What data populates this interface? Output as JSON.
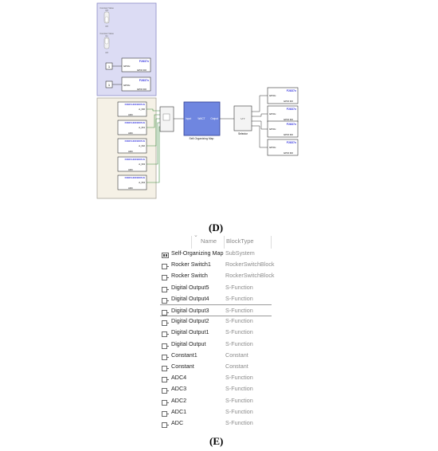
{
  "panel_d": {
    "caption": "(D)",
    "toggle_labels": [
      {
        "top": "Constant Value",
        "mid": "Off",
        "bot": "Off"
      },
      {
        "top": "Constant Value",
        "mid": "On",
        "bot": "Off"
      }
    ],
    "const_values": [
      "1",
      "1"
    ],
    "gpio_blocks": [
      {
        "badge": "F2837x",
        "port": "GPIOx",
        "label": "GPIO DO"
      },
      {
        "badge": "F2837x",
        "port": "GPIOx",
        "label": "GPIO DO"
      }
    ],
    "adc_blocks": [
      {
        "badge": "F2837xD/F2837xS",
        "port": "A_IN0",
        "label": "ADC"
      },
      {
        "badge": "F2837xD/F2837xS",
        "port": "A_IN1",
        "label": "ADC"
      },
      {
        "badge": "F2837xD/F2837xS",
        "port": "A_IN2",
        "label": "ADC"
      },
      {
        "badge": "F2837xD/F2837xS",
        "port": "A_IN3",
        "label": "ADC"
      },
      {
        "badge": "F2837xD/F2837xS",
        "port": "A_IN4",
        "label": "ADC"
      }
    ],
    "som": {
      "input": "Input",
      "output": "Output",
      "center": "WACT",
      "caption": "Self-Organizing Map"
    },
    "selector": {
      "port": "U Y",
      "caption": "Selector"
    },
    "out_blocks": [
      {
        "badge": "F2837x",
        "port": "GPIOx",
        "label": "GPIO DO"
      },
      {
        "badge": "F2837x",
        "port": "GPIOx",
        "label": "GPIO DO"
      },
      {
        "badge": "F2837x",
        "port": "GPIOx",
        "label": "GPIO DO"
      },
      {
        "badge": "F2837x",
        "port": "GPIOx",
        "label": "GPIO DO"
      }
    ],
    "colors": {
      "top_group": "#dcdcf4",
      "bottom_group": "#f5f1e6",
      "som_fill": "#6f86e0",
      "badge": "#3a3ae0",
      "wire": "#3a8a3a"
    }
  },
  "panel_e": {
    "caption": "(E)",
    "headers": {
      "name": "Name",
      "type": "BlockType"
    },
    "rows": [
      {
        "name": "Self-Organizing Map",
        "type": "SubSystem",
        "icon": "subsystem-icon"
      },
      {
        "name": "Rocker Switch1",
        "type": "RockerSwitchBlock",
        "icon": "block-icon"
      },
      {
        "name": "Rocker Switch",
        "type": "RockerSwitchBlock",
        "icon": "block-icon"
      },
      {
        "name": "Digital Output5",
        "type": "S-Function",
        "icon": "block-icon"
      },
      {
        "name": "Digital Output4",
        "type": "S-Function",
        "icon": "block-icon"
      },
      {
        "name": "Digital Output3",
        "type": "S-Function",
        "icon": "block-icon",
        "selected": true
      },
      {
        "name": "Digital Output2",
        "type": "S-Function",
        "icon": "block-icon"
      },
      {
        "name": "Digital Output1",
        "type": "S-Function",
        "icon": "block-icon"
      },
      {
        "name": "Digital Output",
        "type": "S-Function",
        "icon": "block-icon"
      },
      {
        "name": "Constant1",
        "type": "Constant",
        "icon": "block-icon"
      },
      {
        "name": "Constant",
        "type": "Constant",
        "icon": "block-icon"
      },
      {
        "name": "ADC4",
        "type": "S-Function",
        "icon": "block-icon"
      },
      {
        "name": "ADC3",
        "type": "S-Function",
        "icon": "block-icon"
      },
      {
        "name": "ADC2",
        "type": "S-Function",
        "icon": "block-icon"
      },
      {
        "name": "ADC1",
        "type": "S-Function",
        "icon": "block-icon"
      },
      {
        "name": "ADC",
        "type": "S-Function",
        "icon": "block-icon"
      }
    ]
  }
}
